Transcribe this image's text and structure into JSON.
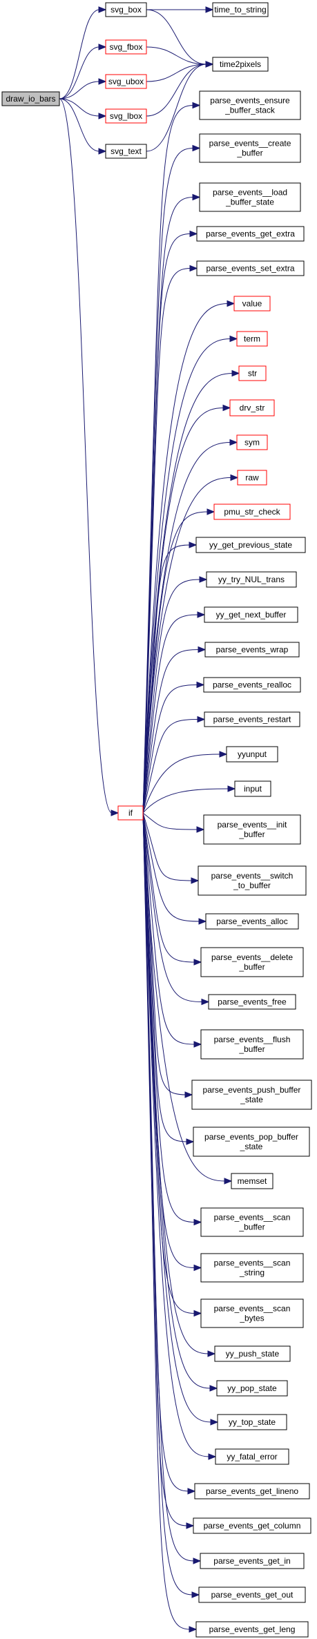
{
  "colors": {
    "edge": "#191970",
    "node_border": "#000000",
    "node_border_truncated": "#ff0000",
    "root_fill": "#bfbfbf",
    "node_fill": "#ffffff"
  },
  "nodes": {
    "draw_io_bars": [
      "draw_io_bars"
    ],
    "svg_box": [
      "svg_box"
    ],
    "svg_fbox": [
      "svg_fbox"
    ],
    "svg_ubox": [
      "svg_ubox"
    ],
    "svg_lbox": [
      "svg_lbox"
    ],
    "svg_text": [
      "svg_text"
    ],
    "time_to_string": [
      "time_to_string"
    ],
    "time2pixels": [
      "time2pixels"
    ],
    "if": [
      "if"
    ],
    "ensure_buffer_stack": [
      "parse_events_ensure",
      "_buffer_stack"
    ],
    "create_buffer": [
      "parse_events__create",
      "_buffer"
    ],
    "load_buffer_state": [
      "parse_events__load",
      "_buffer_state"
    ],
    "get_extra": [
      "parse_events_get_extra"
    ],
    "set_extra": [
      "parse_events_set_extra"
    ],
    "value": [
      "value"
    ],
    "term": [
      "term"
    ],
    "str": [
      "str"
    ],
    "drv_str": [
      "drv_str"
    ],
    "sym": [
      "sym"
    ],
    "raw": [
      "raw"
    ],
    "pmu_str_check": [
      "pmu_str_check"
    ],
    "yy_get_previous_state": [
      "yy_get_previous_state"
    ],
    "yy_try_NUL_trans": [
      "yy_try_NUL_trans"
    ],
    "yy_get_next_buffer": [
      "yy_get_next_buffer"
    ],
    "wrap": [
      "parse_events_wrap"
    ],
    "realloc": [
      "parse_events_realloc"
    ],
    "restart": [
      "parse_events_restart"
    ],
    "yyunput": [
      "yyunput"
    ],
    "input": [
      "input"
    ],
    "init_buffer": [
      "parse_events__init",
      "_buffer"
    ],
    "switch_to_buffer": [
      "parse_events__switch",
      "_to_buffer"
    ],
    "alloc": [
      "parse_events_alloc"
    ],
    "delete_buffer": [
      "parse_events__delete",
      "_buffer"
    ],
    "free": [
      "parse_events_free"
    ],
    "flush_buffer": [
      "parse_events__flush",
      "_buffer"
    ],
    "push_buffer_state": [
      "parse_events_push_buffer",
      "_state"
    ],
    "pop_buffer_state": [
      "parse_events_pop_buffer",
      "_state"
    ],
    "memset": [
      "memset"
    ],
    "scan_buffer": [
      "parse_events__scan",
      "_buffer"
    ],
    "scan_string": [
      "parse_events__scan",
      "_string"
    ],
    "scan_bytes": [
      "parse_events__scan",
      "_bytes"
    ],
    "yy_push_state": [
      "yy_push_state"
    ],
    "yy_pop_state": [
      "yy_pop_state"
    ],
    "yy_top_state": [
      "yy_top_state"
    ],
    "yy_fatal_error": [
      "yy_fatal_error"
    ],
    "get_lineno": [
      "parse_events_get_lineno"
    ],
    "get_column": [
      "parse_events_get_column"
    ],
    "get_in": [
      "parse_events_get_in"
    ],
    "get_out": [
      "parse_events_get_out"
    ],
    "get_leng": [
      "parse_events_get_leng"
    ]
  },
  "truncated": [
    "svg_fbox",
    "svg_ubox",
    "svg_lbox",
    "if",
    "value",
    "term",
    "str",
    "drv_str",
    "sym",
    "raw",
    "pmu_str_check"
  ],
  "edges": [
    [
      "draw_io_bars",
      "svg_box"
    ],
    [
      "draw_io_bars",
      "svg_fbox"
    ],
    [
      "draw_io_bars",
      "svg_ubox"
    ],
    [
      "draw_io_bars",
      "svg_lbox"
    ],
    [
      "draw_io_bars",
      "svg_text"
    ],
    [
      "draw_io_bars",
      "if"
    ],
    [
      "svg_box",
      "time_to_string"
    ],
    [
      "svg_box",
      "time2pixels"
    ],
    [
      "svg_fbox",
      "time2pixels"
    ],
    [
      "svg_ubox",
      "time2pixels"
    ],
    [
      "svg_lbox",
      "time2pixels"
    ],
    [
      "svg_text",
      "time2pixels"
    ],
    [
      "if",
      "ensure_buffer_stack"
    ],
    [
      "if",
      "create_buffer"
    ],
    [
      "if",
      "load_buffer_state"
    ],
    [
      "if",
      "get_extra"
    ],
    [
      "if",
      "set_extra"
    ],
    [
      "if",
      "value"
    ],
    [
      "if",
      "term"
    ],
    [
      "if",
      "str"
    ],
    [
      "if",
      "drv_str"
    ],
    [
      "if",
      "sym"
    ],
    [
      "if",
      "raw"
    ],
    [
      "if",
      "pmu_str_check"
    ],
    [
      "if",
      "yy_get_previous_state"
    ],
    [
      "if",
      "yy_try_NUL_trans"
    ],
    [
      "if",
      "yy_get_next_buffer"
    ],
    [
      "if",
      "wrap"
    ],
    [
      "if",
      "realloc"
    ],
    [
      "if",
      "restart"
    ],
    [
      "if",
      "yyunput"
    ],
    [
      "if",
      "input"
    ],
    [
      "if",
      "init_buffer"
    ],
    [
      "if",
      "switch_to_buffer"
    ],
    [
      "if",
      "alloc"
    ],
    [
      "if",
      "delete_buffer"
    ],
    [
      "if",
      "free"
    ],
    [
      "if",
      "flush_buffer"
    ],
    [
      "if",
      "push_buffer_state"
    ],
    [
      "if",
      "pop_buffer_state"
    ],
    [
      "if",
      "memset"
    ],
    [
      "if",
      "scan_buffer"
    ],
    [
      "if",
      "scan_string"
    ],
    [
      "if",
      "scan_bytes"
    ],
    [
      "if",
      "yy_push_state"
    ],
    [
      "if",
      "yy_pop_state"
    ],
    [
      "if",
      "yy_top_state"
    ],
    [
      "if",
      "yy_fatal_error"
    ],
    [
      "if",
      "get_lineno"
    ],
    [
      "if",
      "get_column"
    ],
    [
      "if",
      "get_in"
    ],
    [
      "if",
      "get_out"
    ],
    [
      "if",
      "get_leng"
    ]
  ]
}
